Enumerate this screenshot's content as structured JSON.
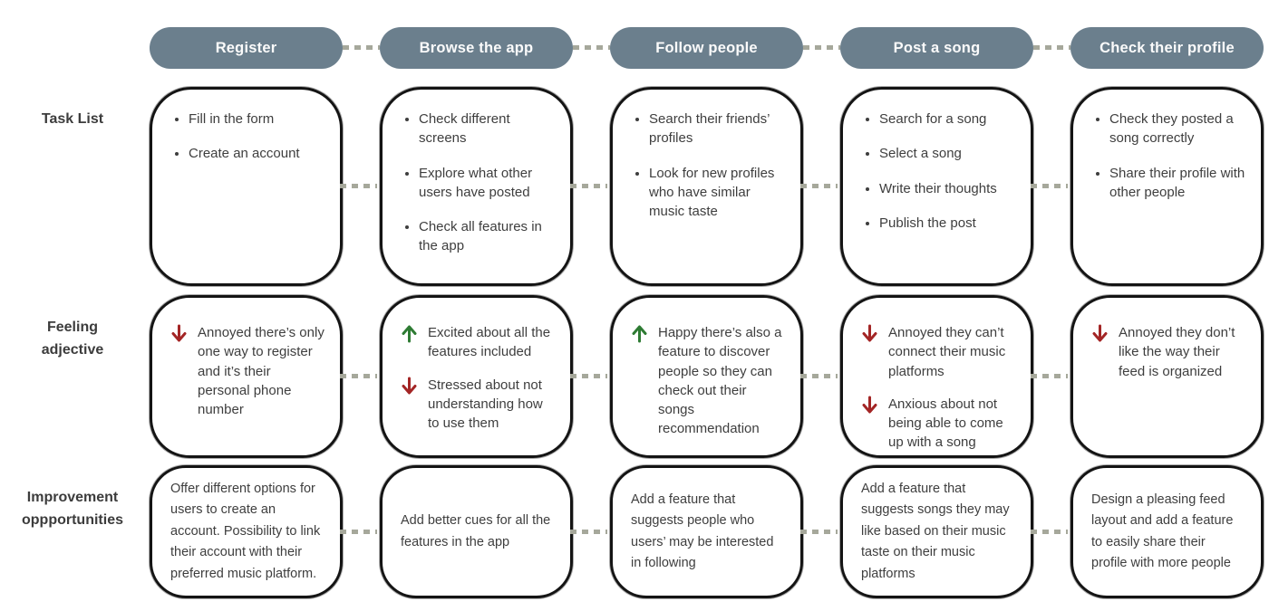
{
  "journey": {
    "row_labels": {
      "tasks": "Task List",
      "feelings": "Feeling adjective",
      "improvements": "Improvement oppportunities"
    },
    "stages": [
      {
        "label": "Register",
        "tasks": [
          "Fill in the form",
          "Create an account"
        ],
        "feelings": [
          {
            "direction": "down",
            "text": "Annoyed there’s only one way to register and it’s their personal phone number"
          }
        ],
        "improvement": "Offer different options for users to create an account. Possibility to link their account with their preferred music platform."
      },
      {
        "label": "Browse the app",
        "tasks": [
          "Check different screens",
          "Explore what other users have posted",
          "Check all features in the app"
        ],
        "feelings": [
          {
            "direction": "up",
            "text": "Excited about all the features included"
          },
          {
            "direction": "down",
            "text": "Stressed about not understanding how to use them"
          }
        ],
        "improvement": "Add better cues for all the features in the app"
      },
      {
        "label": "Follow people",
        "tasks": [
          "Search their friends’ profiles",
          "Look for new profiles who have similar music taste"
        ],
        "feelings": [
          {
            "direction": "up",
            "text": "Happy there’s also a feature to discover people so they can check out their songs recommendation"
          }
        ],
        "improvement": "Add a feature that suggests people who users’ may be interested in following"
      },
      {
        "label": "Post a song",
        "tasks": [
          "Search for a song",
          "Select a song",
          "Write their thoughts",
          "Publish the post"
        ],
        "feelings": [
          {
            "direction": "down",
            "text": "Annoyed they can’t connect their music platforms"
          },
          {
            "direction": "down",
            "text": "Anxious about not being able to come up with a song"
          }
        ],
        "improvement": "Add a feature that suggests songs they may like based on their music taste on their music platforms"
      },
      {
        "label": "Check their profile",
        "tasks": [
          "Check they posted a song correctly",
          "Share their profile with other people"
        ],
        "feelings": [
          {
            "direction": "down",
            "text": "Annoyed they don’t like the way their feed is organized"
          }
        ],
        "improvement": "Design a pleasing feed layout and add a feature to easily share their profile with more people"
      }
    ]
  },
  "colors": {
    "stage_pill_bg": "#6b7f8d",
    "card_border": "#141414",
    "body_text": "#3e3e3e",
    "arrow_negative": "#a32525",
    "arrow_positive": "#2e7b33",
    "connector_dash": "#a6a89b"
  }
}
